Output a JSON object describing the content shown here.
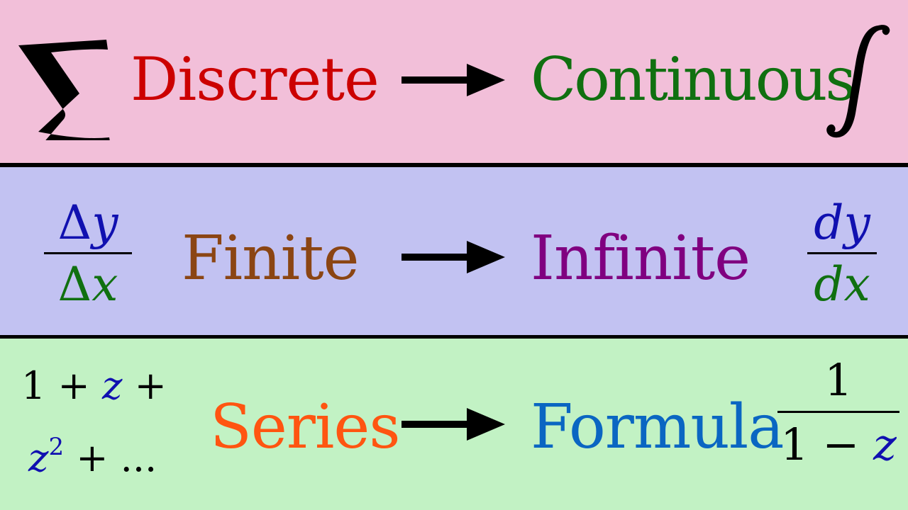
{
  "rows": [
    {
      "left_word": "Discrete",
      "right_word": "Continuous",
      "left_symbol": "Σ",
      "right_symbol": "∫",
      "left_color": "#cc0000",
      "right_color": "#107010"
    },
    {
      "left_word": "Finite",
      "right_word": "Infinite",
      "left_frac": {
        "num_sym": "Δ",
        "num_var": "y",
        "den_sym": "Δ",
        "den_var": "x"
      },
      "right_frac": {
        "num_d": "d",
        "num_var": "y",
        "den_d": "d",
        "den_var": "x"
      },
      "left_color": "#8b4513",
      "right_color": "#800080"
    },
    {
      "left_word": "Series",
      "right_word": "Formula",
      "series_line1": {
        "a": "1 +",
        "z": "z",
        "b": "+"
      },
      "series_line2": {
        "z": "z",
        "exp": "2",
        "b": "+ ..."
      },
      "formula_frac": {
        "num": "1",
        "den_a": "1 −",
        "den_z": "z"
      },
      "left_color": "#ff5511",
      "right_color": "#0a66c2"
    }
  ],
  "colors": {
    "blue_var": "#1010b0",
    "green_var": "#107010",
    "black": "#000000"
  }
}
